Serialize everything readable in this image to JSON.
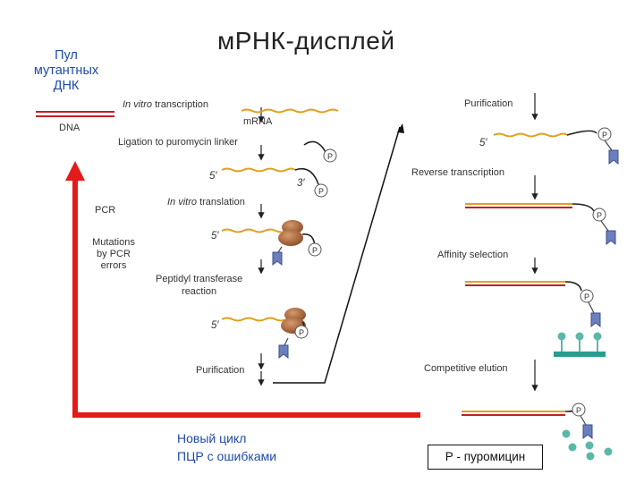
{
  "title": "мРНК-дисплей",
  "pool_label": [
    "Пул",
    "мутантных",
    "ДНК"
  ],
  "left_labels": {
    "dna": "DNA",
    "pcr": "PCR",
    "mutations": [
      "Mutations",
      "by PCR",
      "errors"
    ]
  },
  "middle_steps": {
    "in_vitro_transcription": [
      "In vitro",
      " transcription"
    ],
    "mrna": "mRNA",
    "ligation": "Ligation to puromycin linker",
    "in_vitro_translation": [
      "In vitro",
      " translation"
    ],
    "peptidyl": [
      "Peptidyl transferase",
      "reaction"
    ],
    "purification": "Purification"
  },
  "right_steps": {
    "purification": "Purification",
    "reverse_transcription": "Reverse transcription",
    "affinity_selection": "Affinity selection",
    "competitive_elution": "Competitive elution"
  },
  "end_labels": {
    "five_prime": "5′",
    "three_prime": "3′",
    "p": "P"
  },
  "bottom_text": [
    "Новый цикл",
    "ПЦР с ошибками"
  ],
  "legend_box": "Р - пуромицин",
  "colors": {
    "red_arrow": "#e31b1b",
    "mrna": "#e0a020",
    "dna_red": "#c0202a",
    "ribosome": "#a0623a",
    "peptide": "#6b7fbf",
    "target": "#2a9d8f",
    "ligand": "#5bb8a8"
  }
}
